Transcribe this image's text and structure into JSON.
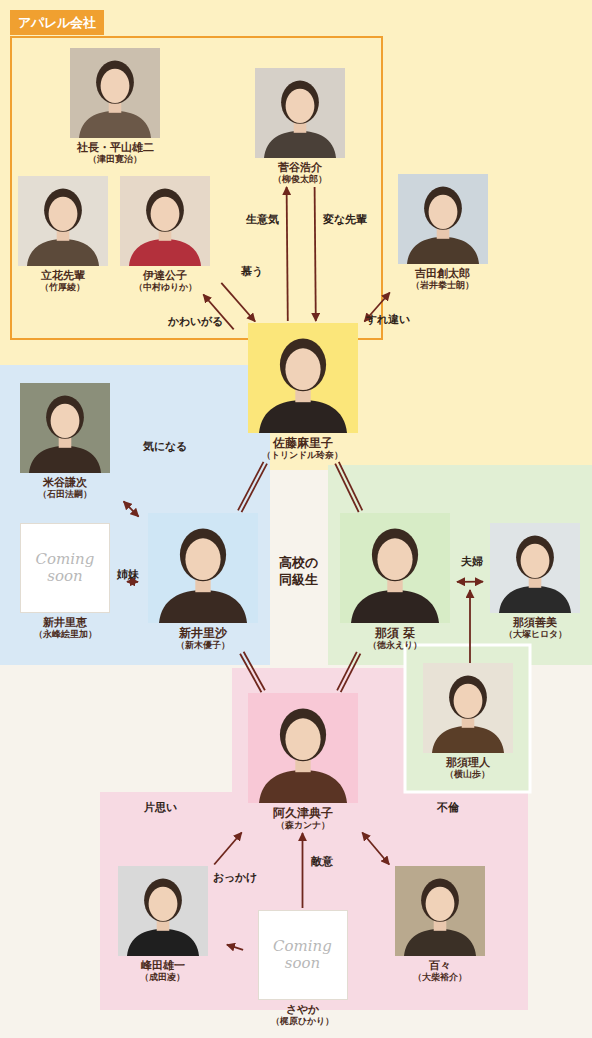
{
  "diagram": {
    "nodes": [
      {
        "text": [
          "アパレル会社"
        ]
      },
      {
        "text": [
          "社長・平山雄二",
          "（津田寛治）"
        ],
        "in": 0
      },
      {
        "text": [
          "菅谷浩介",
          "（柳俊太郎）"
        ],
        "in": 0
      },
      {
        "text": [
          "立花先輩",
          "（竹厚綾）"
        ],
        "in": 0
      },
      {
        "text": [
          "伊達公子",
          "（中村ゆりか）"
        ],
        "in": 0
      },
      {
        "text": [
          "吉田創太郎",
          "（岩井拳士朗）"
        ]
      },
      {
        "text": [
          "佐藤麻里子",
          "（トリンドル玲奈）"
        ]
      },
      {
        "text": [
          "米谷謙次",
          "（石田法嗣）"
        ]
      },
      {
        "text": [
          "Coming soon",
          "新井里恵",
          "（永峰絵里加）"
        ]
      },
      {
        "text": [
          "新井里沙",
          "（新木優子）"
        ]
      },
      {
        "text": [
          "那須 栞",
          "（徳永えり）"
        ]
      },
      {
        "text": [
          "那須善美",
          "（大塚ヒロタ）"
        ]
      },
      {
        "text": [
          "那須理人",
          "（横山歩）"
        ]
      },
      {
        "text": [
          "阿久津典子",
          "（森カンナ）"
        ]
      },
      {
        "text": [
          "峰田雄一",
          "（成田凌）"
        ]
      },
      {
        "text": [
          "Coming soon",
          "さやか",
          "（梶原ひかり）"
        ]
      },
      {
        "text": [
          "百々",
          "（大柴裕介）"
        ]
      }
    ],
    "edges": [
      {
        "from": 6,
        "to": 2,
        "label": "生意気",
        "arrow": "to"
      },
      {
        "from": 2,
        "to": 6,
        "label": "変な先輩",
        "arrow": "to"
      },
      {
        "from": 4,
        "to": 6,
        "label": "慕う",
        "arrow": "to"
      },
      {
        "from": 6,
        "to": 4,
        "label": "かわいがる",
        "arrow": "to"
      },
      {
        "from": 6,
        "to": 5,
        "label": "すれ違い",
        "arrow": "both"
      },
      {
        "from": 7,
        "to": 9,
        "label": "気になる",
        "arrow": "both"
      },
      {
        "from": 8,
        "to": 9,
        "label": "姉妹",
        "arrow": "both"
      },
      {
        "from": 6,
        "to": 9,
        "arrow": "none"
      },
      {
        "from": 6,
        "to": 10,
        "arrow": "none"
      },
      {
        "from": 9,
        "to": 13,
        "arrow": "none"
      },
      {
        "from": 10,
        "to": 13,
        "arrow": "none"
      },
      {
        "from": 10,
        "to": 11,
        "label": "夫婦",
        "arrow": "both"
      },
      {
        "from": 14,
        "to": 13,
        "label": "片思い",
        "arrow": "to"
      },
      {
        "from": 15,
        "to": 13,
        "label": "敵意",
        "arrow": "to"
      },
      {
        "from": 15,
        "to": 14,
        "label": "おっかけ",
        "arrow": "to"
      },
      {
        "from": 13,
        "to": 16,
        "label": "不倫",
        "arrow": "both"
      }
    ],
    "labels": [
      "高校の 同級生"
    ]
  }
}
